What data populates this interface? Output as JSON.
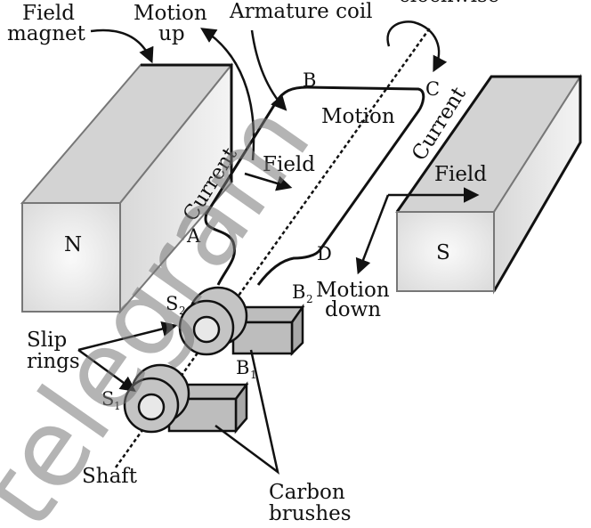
{
  "diagram": {
    "title": "AC generator (alternator)",
    "labels": {
      "field_magnet_line1": "Field",
      "field_magnet_line2": "magnet",
      "motion_up_line1": "Motion",
      "motion_up_line2": "up",
      "armature_coil": "Armature coil",
      "clockwise": "clockwise",
      "point_a": "A",
      "point_b": "B",
      "point_c": "C",
      "point_d": "D",
      "motion_mid": "Motion",
      "current_left": "Current",
      "current_right": "Current",
      "field_left": "Field",
      "field_right": "Field",
      "north_pole": "N",
      "south_pole": "S",
      "motion_down_line1": "Motion",
      "motion_down_line2": "down",
      "s2_main": "S",
      "s2_sub": "2",
      "b2_main": "B",
      "b2_sub": "2",
      "s1_main": "S",
      "s1_sub": "1",
      "b1_main": "B",
      "b1_sub": "1",
      "slip_rings_line1": "Slip",
      "slip_rings_line2": "rings",
      "shaft": "Shaft",
      "carbon_brushes_line1": "Carbon",
      "carbon_brushes_line2": "brushes"
    },
    "watermark": "telegram",
    "colors": {
      "magnet_face": "#e6e6e6",
      "magnet_top": "#d2d2d2",
      "magnet_side": "#ececec",
      "magnet_edge": "#777777",
      "brush_fill": "#b9b9b9",
      "ring_fill": "#c4c4c4",
      "ink": "#111111"
    }
  }
}
